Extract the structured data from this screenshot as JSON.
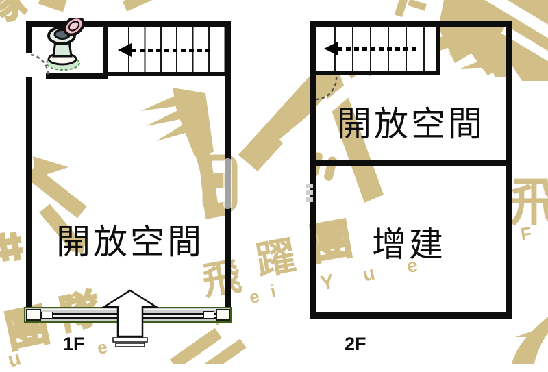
{
  "floor1": {
    "label": "1F",
    "open_space": "開放空間"
  },
  "floor2": {
    "label": "2F",
    "open_space": "開放空間",
    "addition": "增建"
  },
  "stairs": {
    "f1_steps": 7,
    "f2_steps": 7,
    "arrow_direction": "left",
    "arrow_style": "dashed"
  },
  "icons": {
    "toilet": "toilet-icon",
    "entrance_arrow": "up-arrow-entrance",
    "door_swing": "dashed-door-arc"
  },
  "watermark": {
    "color": "#d2bf88",
    "chars": {
      "fei": "飛",
      "yue": "躍",
      "tuan": "團",
      "dui": "隊"
    },
    "latin": {
      "f": "F",
      "e": "e",
      "i": "i",
      "y": "Y",
      "u": "u"
    }
  },
  "colors": {
    "wall": "#0d0d0d",
    "shutter_frame": "#3d5c18",
    "shutter_fill": "#cfcfcf"
  }
}
